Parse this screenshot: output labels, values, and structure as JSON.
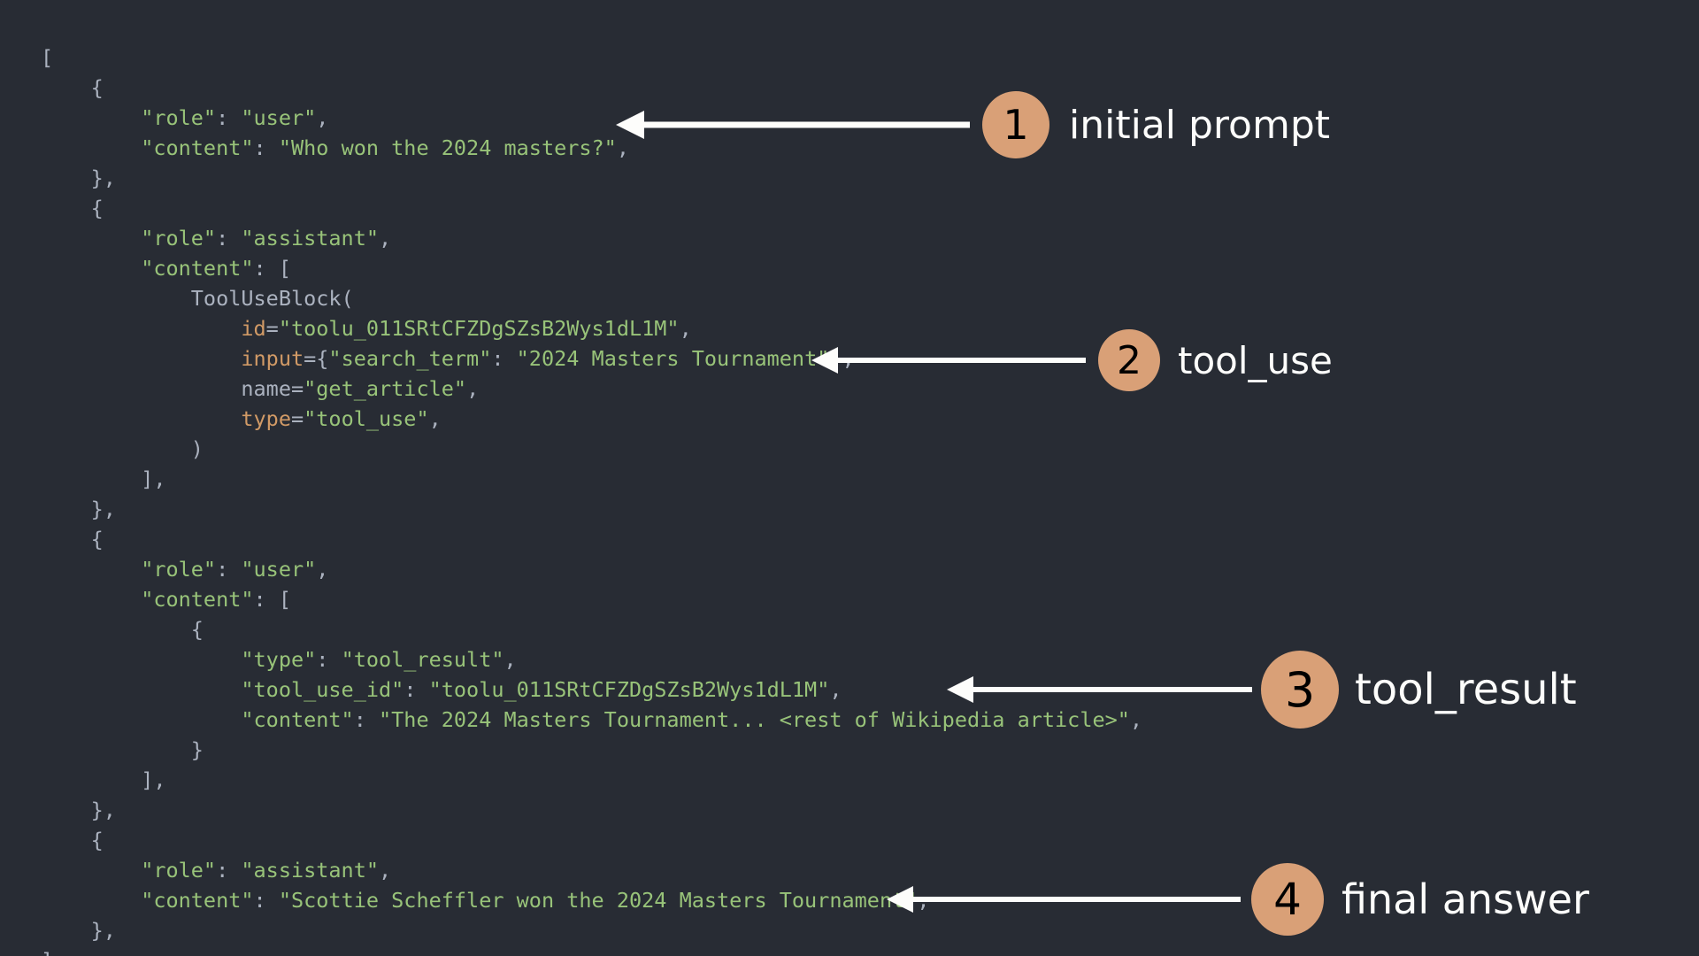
{
  "theme": {
    "background": "#282c34",
    "string_color": "#98c379",
    "punctuation_color": "#abb2bf",
    "keyword_color": "#d19a66",
    "badge_color": "#d9a077",
    "badge_text_color": "#000000",
    "arrow_color": "#fdfdfb",
    "label_color": "#fdfdfb"
  },
  "code": {
    "language": "python",
    "lines": [
      {
        "indent": 0,
        "tokens": [
          {
            "t": "pun",
            "v": "["
          }
        ]
      },
      {
        "indent": 1,
        "tokens": [
          {
            "t": "pun",
            "v": "{"
          }
        ]
      },
      {
        "indent": 2,
        "tokens": [
          {
            "t": "str",
            "v": "\"role\""
          },
          {
            "t": "pun",
            "v": ": "
          },
          {
            "t": "str",
            "v": "\"user\""
          },
          {
            "t": "pun",
            "v": ","
          }
        ]
      },
      {
        "indent": 2,
        "tokens": [
          {
            "t": "str",
            "v": "\"content\""
          },
          {
            "t": "pun",
            "v": ": "
          },
          {
            "t": "str",
            "v": "\"Who won the 2024 masters?\""
          },
          {
            "t": "pun",
            "v": ","
          }
        ]
      },
      {
        "indent": 1,
        "tokens": [
          {
            "t": "pun",
            "v": "},"
          }
        ]
      },
      {
        "indent": 1,
        "tokens": [
          {
            "t": "pun",
            "v": "{"
          }
        ]
      },
      {
        "indent": 2,
        "tokens": [
          {
            "t": "str",
            "v": "\"role\""
          },
          {
            "t": "pun",
            "v": ": "
          },
          {
            "t": "str",
            "v": "\"assistant\""
          },
          {
            "t": "pun",
            "v": ","
          }
        ]
      },
      {
        "indent": 2,
        "tokens": [
          {
            "t": "str",
            "v": "\"content\""
          },
          {
            "t": "pun",
            "v": ": ["
          }
        ]
      },
      {
        "indent": 3,
        "tokens": [
          {
            "t": "cls",
            "v": "ToolUseBlock("
          }
        ]
      },
      {
        "indent": 4,
        "tokens": [
          {
            "t": "kw",
            "v": "id"
          },
          {
            "t": "pun",
            "v": "="
          },
          {
            "t": "str",
            "v": "\"toolu_011SRtCFZDgSZsB2Wys1dL1M\""
          },
          {
            "t": "pun",
            "v": ","
          }
        ]
      },
      {
        "indent": 4,
        "tokens": [
          {
            "t": "kw",
            "v": "input"
          },
          {
            "t": "pun",
            "v": "={"
          },
          {
            "t": "str",
            "v": "\"search_term\""
          },
          {
            "t": "pun",
            "v": ": "
          },
          {
            "t": "str",
            "v": "\"2024 Masters Tournament\""
          },
          {
            "t": "pun",
            "v": "},"
          }
        ]
      },
      {
        "indent": 4,
        "tokens": [
          {
            "t": "arg",
            "v": "name"
          },
          {
            "t": "pun",
            "v": "="
          },
          {
            "t": "str",
            "v": "\"get_article\""
          },
          {
            "t": "pun",
            "v": ","
          }
        ]
      },
      {
        "indent": 4,
        "tokens": [
          {
            "t": "kw",
            "v": "type"
          },
          {
            "t": "pun",
            "v": "="
          },
          {
            "t": "str",
            "v": "\"tool_use\""
          },
          {
            "t": "pun",
            "v": ","
          }
        ]
      },
      {
        "indent": 3,
        "tokens": [
          {
            "t": "pun",
            "v": ")"
          }
        ]
      },
      {
        "indent": 2,
        "tokens": [
          {
            "t": "pun",
            "v": "],"
          }
        ]
      },
      {
        "indent": 1,
        "tokens": [
          {
            "t": "pun",
            "v": "},"
          }
        ]
      },
      {
        "indent": 1,
        "tokens": [
          {
            "t": "pun",
            "v": "{"
          }
        ]
      },
      {
        "indent": 2,
        "tokens": [
          {
            "t": "str",
            "v": "\"role\""
          },
          {
            "t": "pun",
            "v": ": "
          },
          {
            "t": "str",
            "v": "\"user\""
          },
          {
            "t": "pun",
            "v": ","
          }
        ]
      },
      {
        "indent": 2,
        "tokens": [
          {
            "t": "str",
            "v": "\"content\""
          },
          {
            "t": "pun",
            "v": ": ["
          }
        ]
      },
      {
        "indent": 3,
        "tokens": [
          {
            "t": "pun",
            "v": "{"
          }
        ]
      },
      {
        "indent": 4,
        "tokens": [
          {
            "t": "str",
            "v": "\"type\""
          },
          {
            "t": "pun",
            "v": ": "
          },
          {
            "t": "str",
            "v": "\"tool_result\""
          },
          {
            "t": "pun",
            "v": ","
          }
        ]
      },
      {
        "indent": 4,
        "tokens": [
          {
            "t": "str",
            "v": "\"tool_use_id\""
          },
          {
            "t": "pun",
            "v": ": "
          },
          {
            "t": "str",
            "v": "\"toolu_011SRtCFZDgSZsB2Wys1dL1M\""
          },
          {
            "t": "pun",
            "v": ","
          }
        ]
      },
      {
        "indent": 4,
        "tokens": [
          {
            "t": "str",
            "v": "\"content\""
          },
          {
            "t": "pun",
            "v": ": "
          },
          {
            "t": "str",
            "v": "\"The 2024 Masters Tournament... <rest of Wikipedia article>\""
          },
          {
            "t": "pun",
            "v": ","
          }
        ]
      },
      {
        "indent": 3,
        "tokens": [
          {
            "t": "pun",
            "v": "}"
          }
        ]
      },
      {
        "indent": 2,
        "tokens": [
          {
            "t": "pun",
            "v": "],"
          }
        ]
      },
      {
        "indent": 1,
        "tokens": [
          {
            "t": "pun",
            "v": "},"
          }
        ]
      },
      {
        "indent": 1,
        "tokens": [
          {
            "t": "pun",
            "v": "{"
          }
        ]
      },
      {
        "indent": 2,
        "tokens": [
          {
            "t": "str",
            "v": "\"role\""
          },
          {
            "t": "pun",
            "v": ": "
          },
          {
            "t": "str",
            "v": "\"assistant\""
          },
          {
            "t": "pun",
            "v": ","
          }
        ]
      },
      {
        "indent": 2,
        "tokens": [
          {
            "t": "str",
            "v": "\"content\""
          },
          {
            "t": "pun",
            "v": ": "
          },
          {
            "t": "str",
            "v": "\"Scottie Scheffler won the 2024 Masters Tournament\""
          },
          {
            "t": "pun",
            "v": ","
          }
        ]
      },
      {
        "indent": 1,
        "tokens": [
          {
            "t": "pun",
            "v": "},"
          }
        ]
      },
      {
        "indent": 0,
        "tokens": [
          {
            "t": "pun",
            "v": "]"
          }
        ]
      }
    ]
  },
  "annotations": [
    {
      "number": "1",
      "label": "initial prompt",
      "target_line": "content-user-prompt"
    },
    {
      "number": "2",
      "label": "tool_use",
      "target_line": "tool-use-input"
    },
    {
      "number": "3",
      "label": "tool_result",
      "target_line": "tool-result-id"
    },
    {
      "number": "4",
      "label": "final answer",
      "target_line": "content-final-answer"
    }
  ]
}
